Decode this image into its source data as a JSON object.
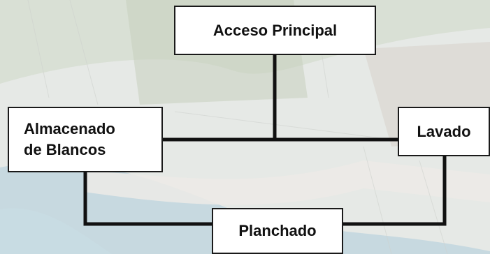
{
  "diagram": {
    "nodes": {
      "acceso": "Acceso Principal",
      "almacenado": "Almacenado\nde Blancos",
      "lavado": "Lavado",
      "planchado": "Planchado"
    },
    "edges": [
      [
        "acceso",
        "almacenado"
      ],
      [
        "acceso",
        "lavado"
      ],
      [
        "almacenado",
        "lavado"
      ],
      [
        "almacenado",
        "planchado"
      ],
      [
        "lavado",
        "planchado"
      ]
    ]
  },
  "colors": {
    "line": "#111111",
    "box_border": "#1a1a1a",
    "box_fill": "#ffffff",
    "background_map": "#dfe5e1",
    "background_water": "#bcd4df"
  }
}
